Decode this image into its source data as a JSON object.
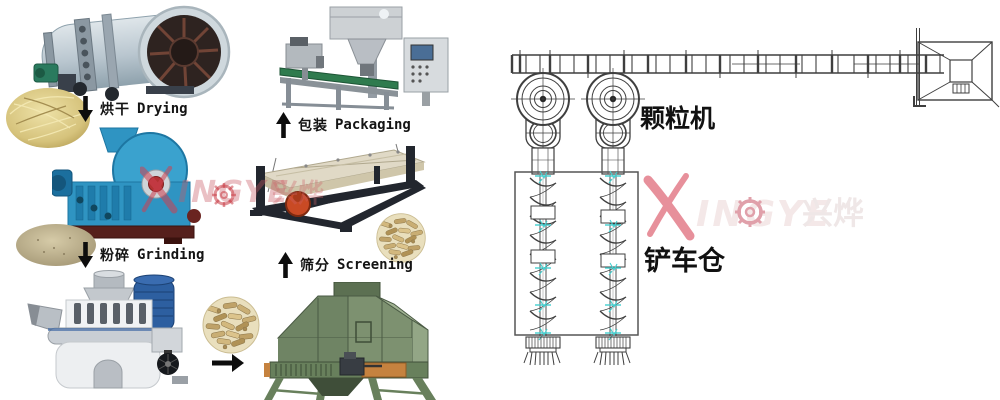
{
  "figure": {
    "background": "#ffffff"
  },
  "process": {
    "steps": [
      {
        "zh": "烘干",
        "en": "Drying",
        "arrow": "down"
      },
      {
        "zh": "包装",
        "en": "Packaging",
        "arrow": "up"
      },
      {
        "zh": "粉碎",
        "en": "Grinding",
        "arrow": "down"
      },
      {
        "zh": "筛分",
        "en": "Screening",
        "arrow": "up"
      }
    ]
  },
  "diagram": {
    "pellet_machine_label": "颗粒机",
    "loader_bin_label": "铲车仓",
    "line_color": "#3f3f3f",
    "accent_mark_color": "#45cfcf"
  },
  "watermark": {
    "text_latin": "INGYE",
    "text_cjk": "兴烨",
    "swoosh_color": "#d04050"
  },
  "icons": {
    "down_arrow": "↓",
    "up_arrow": "↑",
    "right_arrow": "→",
    "gear": "⚙"
  },
  "machine_colors": {
    "dryer_drum": "#b9c6cf",
    "grinder_blue": "#35a0cd",
    "screen_deck": "#e0d9c6",
    "screen_frame": "#22262e",
    "cooler_green": "#7d9170",
    "pellet_mill_white": "#eceef0",
    "motor_blue": "#2d5fa0",
    "packaging_gray": "#cdd1d4",
    "belt_green": "#2f7b4e"
  }
}
